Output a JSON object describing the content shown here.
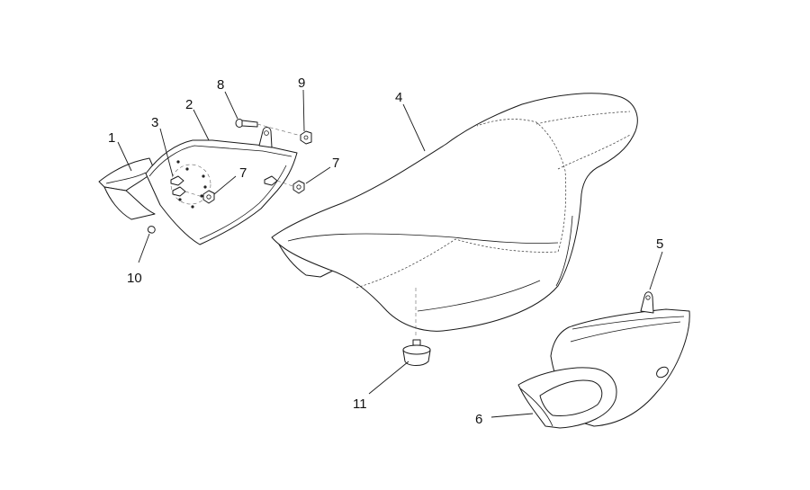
{
  "callouts": [
    {
      "id": "c1",
      "label": "1"
    },
    {
      "id": "c2",
      "label": "2"
    },
    {
      "id": "c3",
      "label": "3"
    },
    {
      "id": "c4",
      "label": "4"
    },
    {
      "id": "c5",
      "label": "5"
    },
    {
      "id": "c6",
      "label": "6"
    },
    {
      "id": "c7a",
      "label": "7"
    },
    {
      "id": "c7b",
      "label": "7"
    },
    {
      "id": "c8",
      "label": "8"
    },
    {
      "id": "c9",
      "label": "9"
    },
    {
      "id": "c10",
      "label": "10"
    },
    {
      "id": "c11",
      "label": "11"
    }
  ],
  "colors": {
    "line": "#1a1a1a",
    "background": "#ffffff"
  }
}
